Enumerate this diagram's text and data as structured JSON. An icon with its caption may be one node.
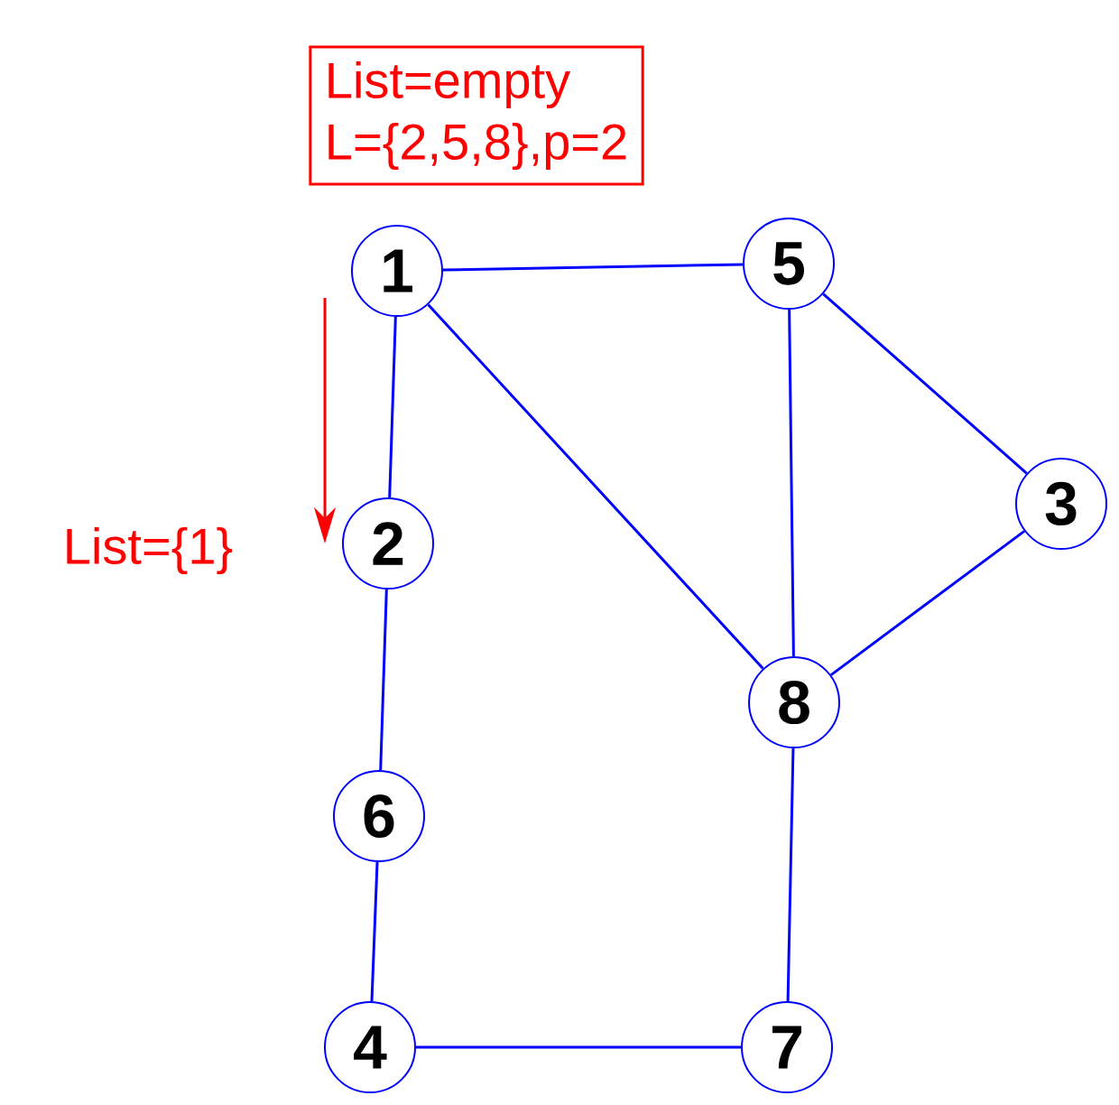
{
  "diagram": {
    "nodes": [
      {
        "text": [
          "List=empty",
          "L={2,5,8},p=2"
        ]
      },
      {
        "text": [
          "1"
        ]
      },
      {
        "text": [
          "5"
        ]
      },
      {
        "text": [
          "3"
        ]
      },
      {
        "text": [
          "2"
        ]
      },
      {
        "text": [
          "8"
        ]
      },
      {
        "text": [
          "6"
        ]
      },
      {
        "text": [
          "4"
        ]
      },
      {
        "text": [
          "7"
        ]
      }
    ],
    "edges": [
      {
        "from": 1,
        "to": 2,
        "arrow": "none"
      },
      {
        "from": 1,
        "to": 4,
        "arrow": "none"
      },
      {
        "from": 1,
        "to": 5,
        "arrow": "none"
      },
      {
        "from": 2,
        "to": 5,
        "arrow": "none"
      },
      {
        "from": 2,
        "to": 3,
        "arrow": "none"
      },
      {
        "from": 3,
        "to": 5,
        "arrow": "none"
      },
      {
        "from": 4,
        "to": 6,
        "arrow": "none"
      },
      {
        "from": 6,
        "to": 7,
        "arrow": "none"
      },
      {
        "from": 7,
        "to": 8,
        "arrow": "none"
      },
      {
        "from": 8,
        "to": 5,
        "arrow": "none"
      },
      {
        "from": 1,
        "to": 4,
        "arrow": "to",
        "label": "List={1}",
        "color": "#ff0000"
      }
    ]
  }
}
